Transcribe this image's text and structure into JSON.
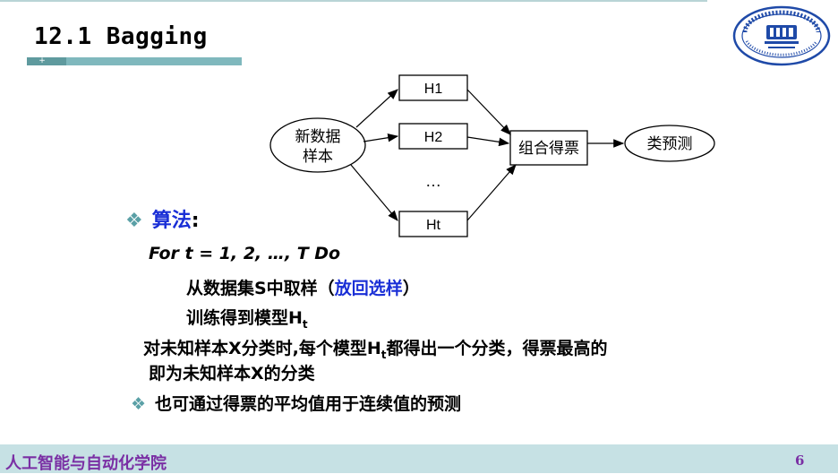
{
  "slide": {
    "title": "12.1 Bagging",
    "title_mark": "+"
  },
  "diagram": {
    "input_label_line1": "新数据",
    "input_label_line2": "样本",
    "models": [
      "H1",
      "H2",
      "Ht"
    ],
    "ellipsis": "…",
    "combine_label": "组合得票",
    "output_label": "类预测"
  },
  "content": {
    "bullet_symbol": "❖",
    "algorithm_label": "算法",
    "algorithm_colon": ":",
    "for_line": "For  t = 1, 2, …, T Do",
    "step1_prefix": "从数据集S中取样（",
    "step1_highlight": "放回选样",
    "step1_suffix": "）",
    "step2_text": "训练得到模型H",
    "step2_sub": "t",
    "classify_part1": "对未知样本X分类时,每个模型H",
    "classify_sub": "t",
    "classify_part2": "都得出一个分类，得票最高的",
    "classify_line2": "即为未知样本X的分类",
    "bullet2_text": "也可通过得票的平均值用于连续值的预测"
  },
  "footer": {
    "institute": "人工智能与自动化学院",
    "page_number": "6"
  },
  "logo": {
    "name": "university-seal"
  },
  "colors": {
    "accent_teal": "#5f9a9e",
    "highlight_blue": "#1a2fd6",
    "footer_bg": "#c6e1e4",
    "footer_text": "#7a2fa4",
    "logo_blue": "#1f4aa8"
  }
}
